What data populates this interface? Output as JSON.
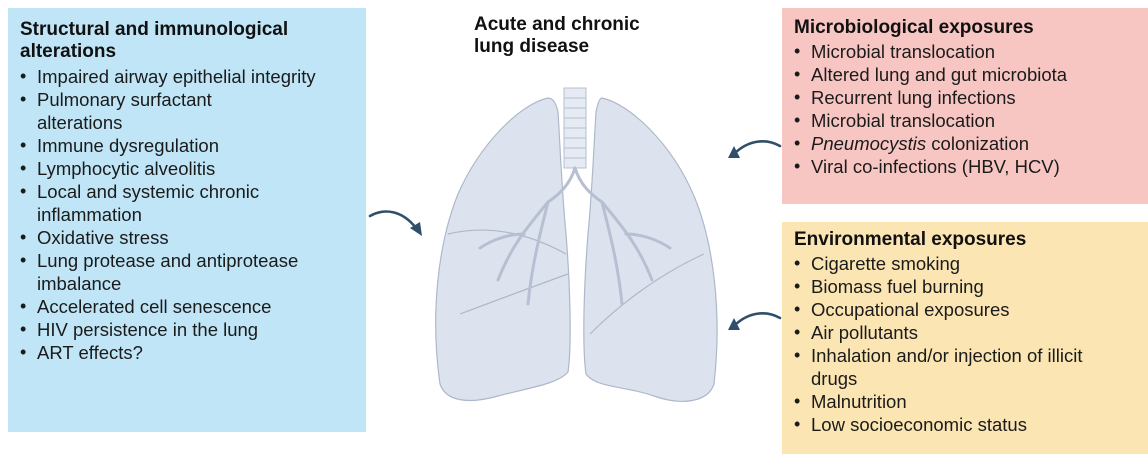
{
  "center": {
    "title_line1": "Acute and chronic",
    "title_line2": "lung disease"
  },
  "left_panel": {
    "title_line1": "Structural and immunological",
    "title_line2": "alterations",
    "items": [
      "Impaired airway epithelial integrity",
      "Pulmonary surfactant alterations",
      "Immune dysregulation",
      "Lymphocytic alveolitis",
      "Local and systemic chronic inflammation",
      "Oxidative stress",
      "Lung protease and antiprotease imbalance",
      "Accelerated cell senescence",
      "HIV persistence in the lung",
      "ART effects?"
    ]
  },
  "micro_panel": {
    "title": "Microbiological exposures",
    "items": [
      "Microbial translocation",
      "Altered lung and gut microbiota",
      "Recurrent lung infections",
      "Microbial translocation"
    ],
    "pneumocystis_italic": "Pneumocystis",
    "pneumocystis_rest": " colonization",
    "last_item": "Viral co-infections (HBV, HCV)"
  },
  "env_panel": {
    "title": "Environmental exposures",
    "items": [
      "Cigarette smoking",
      "Biomass fuel burning",
      "Occupational exposures",
      "Air pollutants",
      "Inhalation and/or injection of illicit drugs",
      "Malnutrition",
      "Low socioeconomic status"
    ]
  },
  "colors": {
    "left_panel_bg": "#bfe5f7",
    "micro_panel_bg": "#f7c6c3",
    "env_panel_bg": "#fbe5b2",
    "arrow": "#2f4f6a",
    "lung_fill": "#dde3ee"
  },
  "icons": [
    "lungs-illustration",
    "curved-arrow-right",
    "curved-arrow-left"
  ]
}
